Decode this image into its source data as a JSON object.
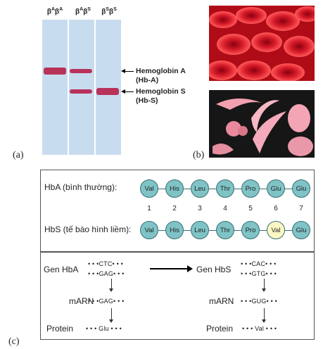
{
  "panel_a": {
    "letter": "(a)",
    "lanes": [
      {
        "base": "β",
        "s1": "A",
        "mid": "β",
        "s2": "A"
      },
      {
        "base": "β",
        "s1": "A",
        "mid": "β",
        "s2": "S"
      },
      {
        "base": "β",
        "s1": "S",
        "mid": "β",
        "s2": "S"
      }
    ],
    "hbA_label": [
      "Hemoglobin A",
      "(Hb-A)"
    ],
    "hbS_label": [
      "Hemoglobin S",
      "(Hb-S)"
    ],
    "band_color": "#b8325a",
    "lane_color": "#c8dcef"
  },
  "panel_b": {
    "letter": "(b)",
    "normal_bg": "#c81020",
    "sickle_bg": "#1a1a1a"
  },
  "panel_c": {
    "letter": "(c)",
    "hba_label": "HbA (bình thường):",
    "hbs_label": "HbS (tế bào hình liềm):",
    "hba_chain": [
      "Val",
      "His",
      "Leu",
      "Thr",
      "Pro",
      "Glu",
      "Glu"
    ],
    "hbs_chain": [
      "Val",
      "His",
      "Leu",
      "Thr",
      "Pro",
      "Val",
      "Glu"
    ],
    "positions": [
      "1",
      "2",
      "3",
      "4",
      "5",
      "6",
      "7"
    ],
    "mutated_index": 5,
    "gene_hba_label": "Gen HbA",
    "gene_hbs_label": "Gen HbS",
    "mrna_label": "mARN",
    "protein_label": "Protein",
    "hba_top": "• • •CTC• • •",
    "hba_bottom": "• • •GAG• • •",
    "hbs_top": "• • •CAC• • •",
    "hbs_bottom": "• • •GTG• • •",
    "hba_mrna": "• • •GAG• • •",
    "hbs_mrna": "• • •GUG• • •",
    "hba_protein": "• • • Glu • • •",
    "hbs_protein": "• • • Val • • •"
  }
}
